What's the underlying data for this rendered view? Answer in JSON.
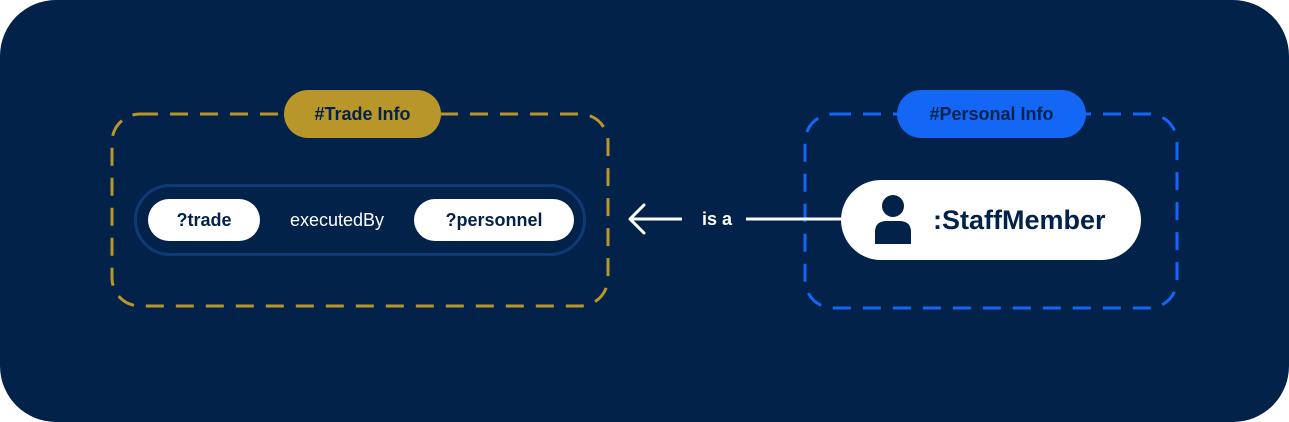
{
  "groups": {
    "trade": {
      "label": "#Trade Info",
      "color": "#b8962a"
    },
    "personal": {
      "label": "#Personal Info",
      "color": "#1466f5"
    }
  },
  "triple": {
    "subject": "?trade",
    "predicate": "executedBy",
    "object": "?personnel"
  },
  "edge": {
    "label": "is a"
  },
  "class_node": {
    "label": ":StaffMember",
    "icon": "person-icon"
  },
  "colors": {
    "background": "#02224a",
    "node_fill": "#ffffff",
    "text_dark": "#02224a",
    "frame": "#0f3a78"
  }
}
